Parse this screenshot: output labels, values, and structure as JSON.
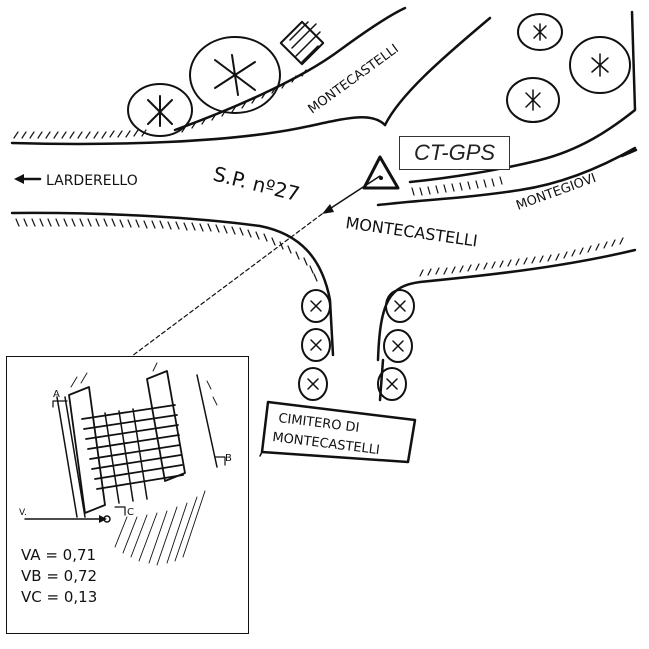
{
  "map": {
    "labels": {
      "larderello": "LARDERELLO",
      "road": "S.P. nº27",
      "montecastelli_top": "MONTECASTELLI",
      "montecastelli_mid": "MONTECASTELLI",
      "montegiovi": "MONTEGIOVI",
      "cemetery_line1": "CIMITERO DI",
      "cemetery_line2": "MONTECASTELLI"
    },
    "gps_label": "CT-GPS",
    "icons": [
      "arrow-left-icon",
      "triangle-station-icon",
      "tree-icon",
      "hatched-diamond-icon"
    ]
  },
  "inset": {
    "label_a": "A",
    "label_b": "B",
    "label_c": "C",
    "label_v": "V.",
    "values": [
      "VA = 0,71",
      "VB = 0,72",
      "VC = 0,13"
    ]
  }
}
